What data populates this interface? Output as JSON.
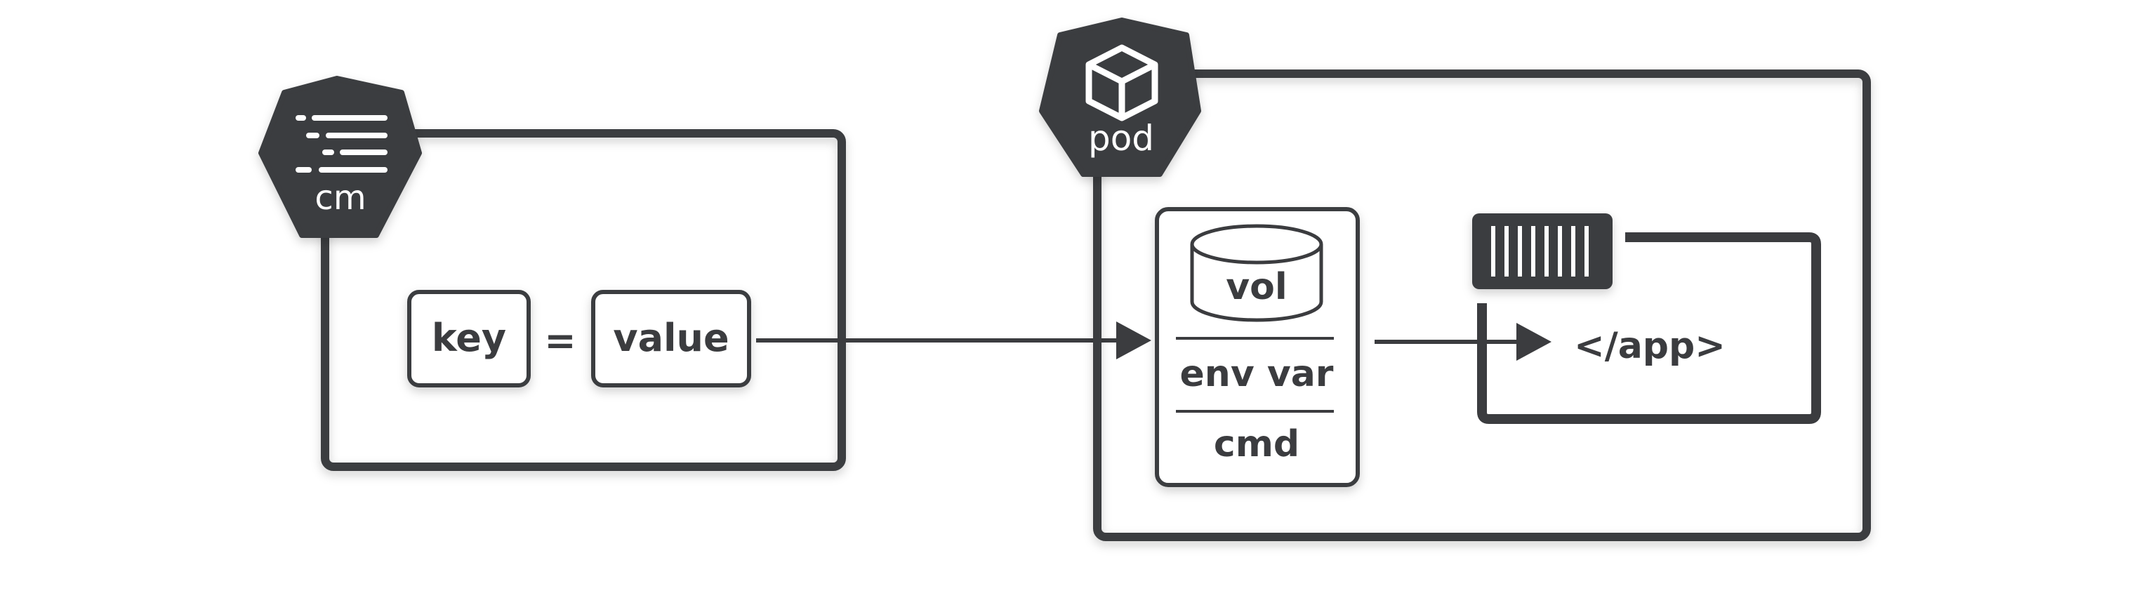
{
  "colors": {
    "stroke": "#3b3c3f",
    "badge_fill": "#3b3c3f",
    "badge_text": "#ffffff",
    "background": "#ffffff"
  },
  "configmap": {
    "badge_label": "cm",
    "badge_icon": "list-icon",
    "key_label": "key",
    "equals_label": "=",
    "value_label": "value"
  },
  "pod": {
    "badge_label": "pod",
    "badge_icon": "cube-icon",
    "volume_label": "vol",
    "env_label": "env var",
    "cmd_label": "cmd",
    "container_icon": "container-icon",
    "app_label": "</app>"
  }
}
